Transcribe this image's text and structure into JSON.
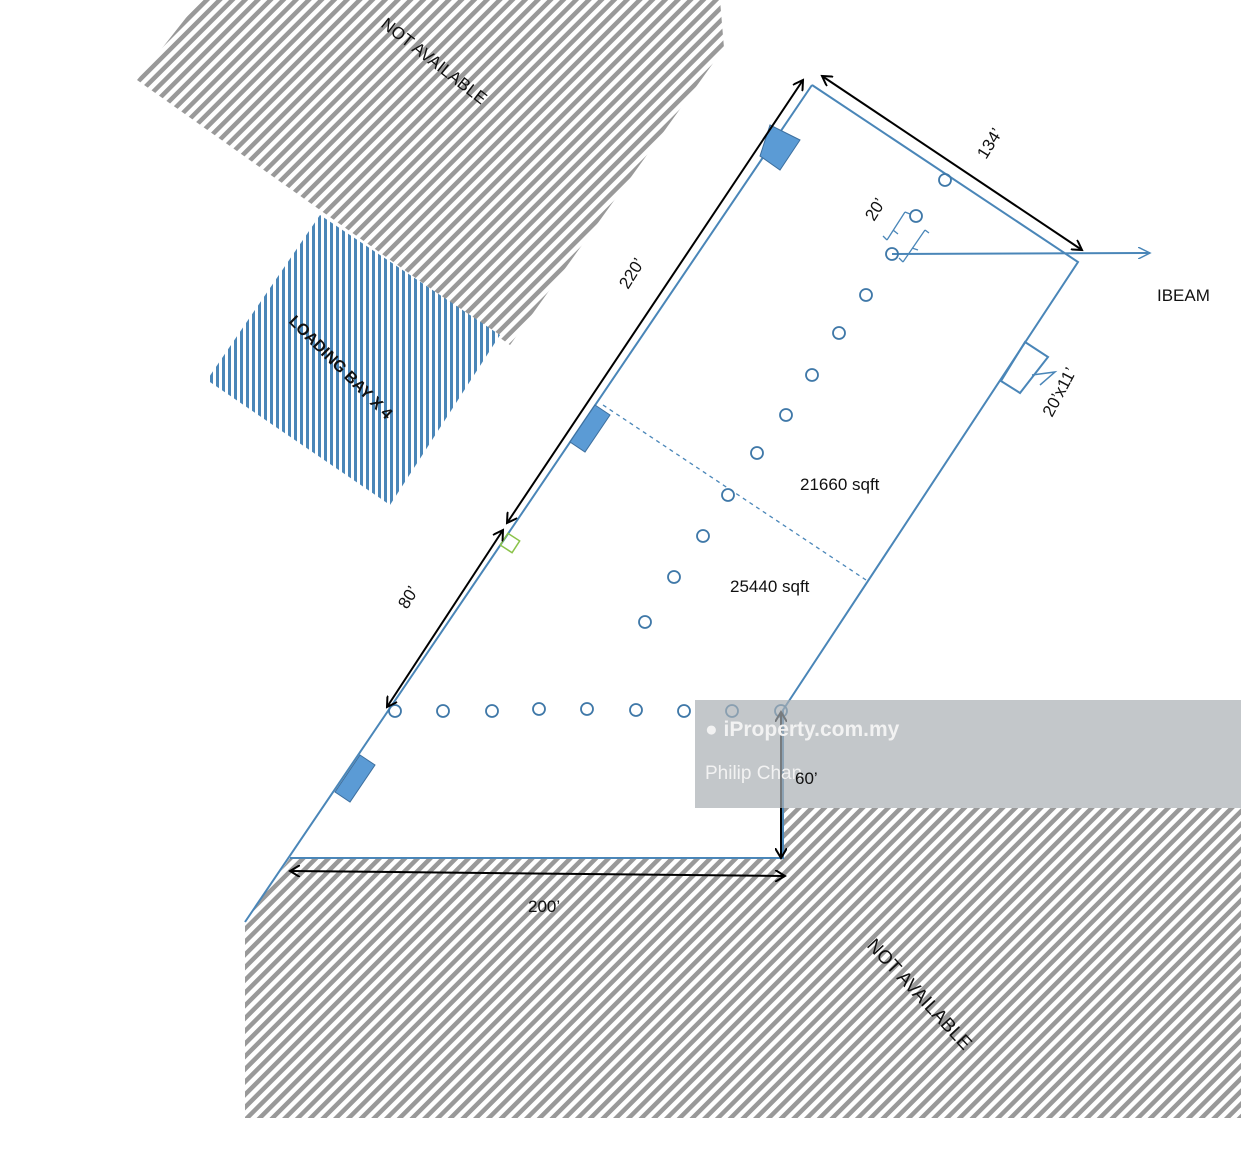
{
  "plan": {
    "zones": {
      "not_available_top": "NOT AVAILABLE",
      "not_available_bottom": "NOT AVAILABLE",
      "loading_bay": "LOADING BAY X 4"
    },
    "dimensions": {
      "side_top": "134’",
      "side_left_upper": "220’",
      "side_left_lower": "80’",
      "bottom": "200’",
      "right_lower": "60’",
      "column_spacing": "20’",
      "door": "20’x11’"
    },
    "areas": {
      "upper": "21660 sqft",
      "lower": "25440 sqft"
    },
    "ibeam_label": "IBEAM",
    "colors": {
      "outline": "#4a86b8",
      "door": "#5b9bd5",
      "hatch": "#8c8c8c",
      "bay": "#4a86b8"
    }
  },
  "watermark": {
    "brand": "iProperty.com.my",
    "agent": "Philip Chan"
  }
}
